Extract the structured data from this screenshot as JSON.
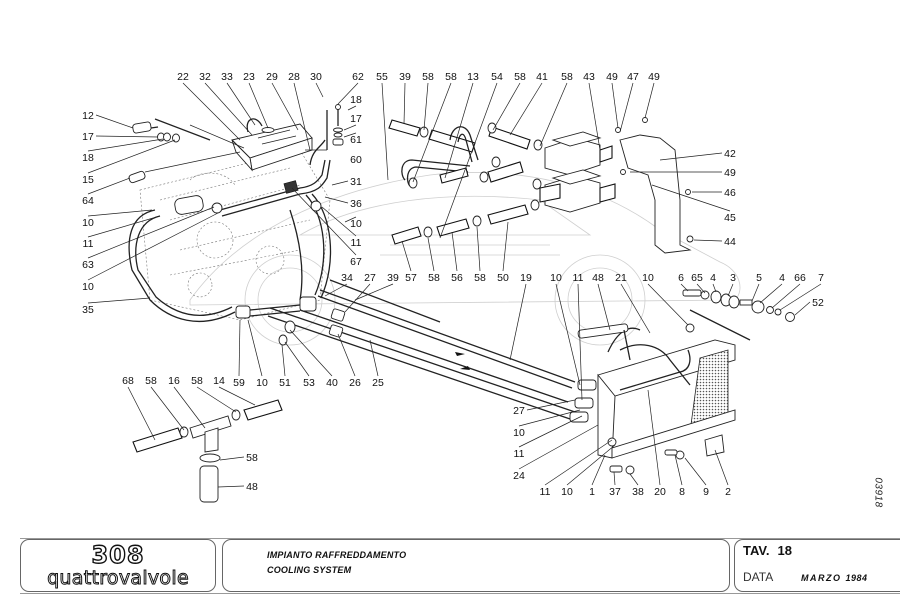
{
  "diagram": {
    "subject": "Ferrari 308 quattrovalvole cooling system exploded parts view",
    "drawing_code": "03918",
    "callouts": [
      {
        "id": "c12",
        "text": "12"
      },
      {
        "id": "c17a",
        "text": "17"
      },
      {
        "id": "c18a",
        "text": "18"
      },
      {
        "id": "c15",
        "text": "15"
      },
      {
        "id": "c64",
        "text": "64"
      },
      {
        "id": "c10a",
        "text": "10"
      },
      {
        "id": "c11a",
        "text": "11"
      },
      {
        "id": "c63",
        "text": "63"
      },
      {
        "id": "c10b",
        "text": "10"
      },
      {
        "id": "c35",
        "text": "35"
      },
      {
        "id": "c22",
        "text": "22"
      },
      {
        "id": "c32",
        "text": "32"
      },
      {
        "id": "c33",
        "text": "33"
      },
      {
        "id": "c23",
        "text": "23"
      },
      {
        "id": "c29",
        "text": "29"
      },
      {
        "id": "c28",
        "text": "28"
      },
      {
        "id": "c30",
        "text": "30"
      },
      {
        "id": "c62",
        "text": "62"
      },
      {
        "id": "c18b",
        "text": "18"
      },
      {
        "id": "c17b",
        "text": "17"
      },
      {
        "id": "c61",
        "text": "61"
      },
      {
        "id": "c60",
        "text": "60"
      },
      {
        "id": "c31",
        "text": "31"
      },
      {
        "id": "c36",
        "text": "36"
      },
      {
        "id": "c10c",
        "text": "10"
      },
      {
        "id": "c11b",
        "text": "11"
      },
      {
        "id": "c67",
        "text": "67"
      },
      {
        "id": "c55",
        "text": "55"
      },
      {
        "id": "c39a",
        "text": "39"
      },
      {
        "id": "c58a",
        "text": "58"
      },
      {
        "id": "c58b",
        "text": "58"
      },
      {
        "id": "c13",
        "text": "13"
      },
      {
        "id": "c54",
        "text": "54"
      },
      {
        "id": "c58c",
        "text": "58"
      },
      {
        "id": "c41",
        "text": "41"
      },
      {
        "id": "c58d",
        "text": "58"
      },
      {
        "id": "c43",
        "text": "43"
      },
      {
        "id": "c49a",
        "text": "49"
      },
      {
        "id": "c47",
        "text": "47"
      },
      {
        "id": "c49b",
        "text": "49"
      },
      {
        "id": "c42",
        "text": "42"
      },
      {
        "id": "c49c",
        "text": "49"
      },
      {
        "id": "c46",
        "text": "46"
      },
      {
        "id": "c45",
        "text": "45"
      },
      {
        "id": "c44",
        "text": "44"
      },
      {
        "id": "c57",
        "text": "57"
      },
      {
        "id": "c58e",
        "text": "58"
      },
      {
        "id": "c56",
        "text": "56"
      },
      {
        "id": "c58f",
        "text": "58"
      },
      {
        "id": "c50",
        "text": "50"
      },
      {
        "id": "c34",
        "text": "34"
      },
      {
        "id": "c27a",
        "text": "27"
      },
      {
        "id": "c39b",
        "text": "39"
      },
      {
        "id": "c19",
        "text": "19"
      },
      {
        "id": "c10d",
        "text": "10"
      },
      {
        "id": "c11c",
        "text": "11"
      },
      {
        "id": "c48a",
        "text": "48"
      },
      {
        "id": "c21",
        "text": "21"
      },
      {
        "id": "c10e",
        "text": "10"
      },
      {
        "id": "c6",
        "text": "6"
      },
      {
        "id": "c65",
        "text": "65"
      },
      {
        "id": "c4a",
        "text": "4"
      },
      {
        "id": "c3",
        "text": "3"
      },
      {
        "id": "c5",
        "text": "5"
      },
      {
        "id": "c4b",
        "text": "4"
      },
      {
        "id": "c66",
        "text": "66"
      },
      {
        "id": "c7",
        "text": "7"
      },
      {
        "id": "c52",
        "text": "52"
      },
      {
        "id": "c59",
        "text": "59"
      },
      {
        "id": "c10f",
        "text": "10"
      },
      {
        "id": "c51",
        "text": "51"
      },
      {
        "id": "c53",
        "text": "53"
      },
      {
        "id": "c40",
        "text": "40"
      },
      {
        "id": "c26",
        "text": "26"
      },
      {
        "id": "c25",
        "text": "25"
      },
      {
        "id": "c68",
        "text": "68"
      },
      {
        "id": "c58g",
        "text": "58"
      },
      {
        "id": "c16",
        "text": "16"
      },
      {
        "id": "c58h",
        "text": "58"
      },
      {
        "id": "c14",
        "text": "14"
      },
      {
        "id": "c58i",
        "text": "58"
      },
      {
        "id": "c48b",
        "text": "48"
      },
      {
        "id": "c27b",
        "text": "27"
      },
      {
        "id": "c10g",
        "text": "10"
      },
      {
        "id": "c11d",
        "text": "11"
      },
      {
        "id": "c24",
        "text": "24"
      },
      {
        "id": "c11e",
        "text": "11"
      },
      {
        "id": "c10h",
        "text": "10"
      },
      {
        "id": "c1",
        "text": "1"
      },
      {
        "id": "c37",
        "text": "37"
      },
      {
        "id": "c38",
        "text": "38"
      },
      {
        "id": "c20",
        "text": "20"
      },
      {
        "id": "c8",
        "text": "8"
      },
      {
        "id": "c9",
        "text": "9"
      },
      {
        "id": "c2",
        "text": "2"
      }
    ]
  },
  "titleblock": {
    "logo_model": "308",
    "logo_variant": "quattrovalvole",
    "title_it": "IMPIANTO RAFFREDDAMENTO",
    "title_en": "COOLING SYSTEM",
    "tav_label": "TAV.",
    "tav_number": "18",
    "data_label": "DATA",
    "data_month": "MARZO",
    "data_year": "1984"
  }
}
